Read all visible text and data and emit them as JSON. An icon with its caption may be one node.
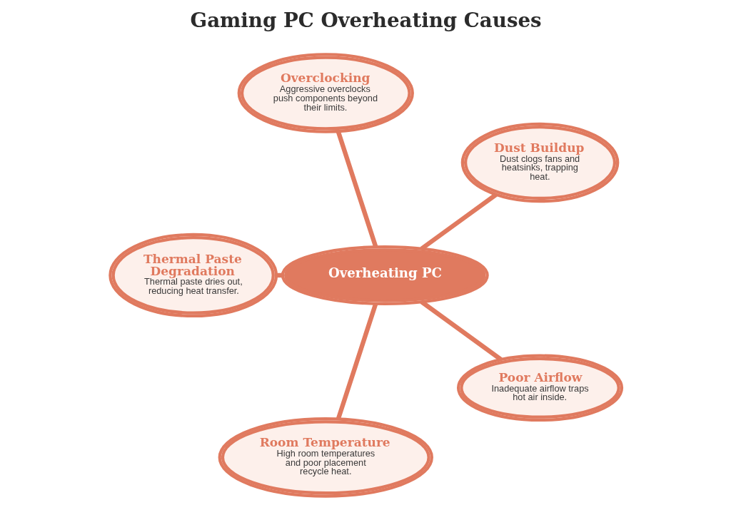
{
  "diagram": {
    "title": "Gaming PC Overheating Causes",
    "nodes": [
      {
        "text": [
          "Overheating PC"
        ]
      },
      {
        "text": [
          "Dust Buildup",
          "Dust clogs fans and heatsinks, trapping heat."
        ]
      },
      {
        "text": [
          "Overclocking",
          "Aggressive overclocks push components beyond their limits."
        ]
      },
      {
        "text": [
          "Thermal Paste Degradation",
          "Thermal paste dries out, reducing heat transfer."
        ]
      },
      {
        "text": [
          "Room Temperature",
          "High room temperatures and poor placement recycle heat."
        ]
      },
      {
        "text": [
          "Poor Airflow",
          "Inadequate airflow traps hot air inside."
        ]
      }
    ],
    "edges": [
      {
        "from": 0,
        "to": 1,
        "arrow": "none"
      },
      {
        "from": 0,
        "to": 2,
        "arrow": "none"
      },
      {
        "from": 0,
        "to": 3,
        "arrow": "none"
      },
      {
        "from": 0,
        "to": 4,
        "arrow": "none"
      },
      {
        "from": 0,
        "to": 5,
        "arrow": "none"
      }
    ]
  }
}
